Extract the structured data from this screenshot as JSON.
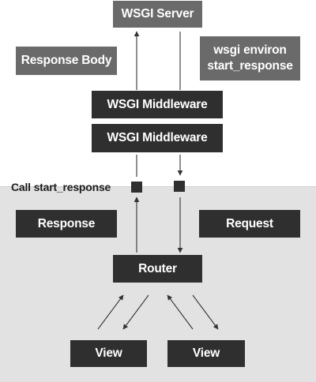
{
  "nodes": {
    "wsgi_server": "WSGI Server",
    "response_body": "Response Body",
    "environ_line1": "wsgi environ",
    "environ_line2": "start_response",
    "middleware_1": "WSGI Middleware",
    "middleware_2": "WSGI Middleware",
    "response": "Response",
    "request": "Request",
    "router": "Router",
    "view_left": "View",
    "view_right": "View"
  },
  "labels": {
    "call_start_response": "Call start_response"
  },
  "colors": {
    "dark_box": "#2f2f2f",
    "gray_box": "#6a6a6a",
    "panel_background": "#e1e2e1",
    "arrow": "#333333"
  }
}
